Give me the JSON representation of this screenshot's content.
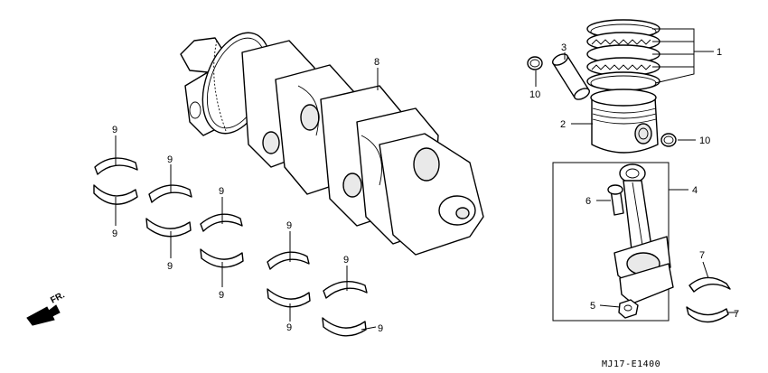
{
  "diagram": {
    "code": "MJ17-E1400",
    "direction_label": "FR.",
    "callouts": {
      "piston_ring_set": "1",
      "piston": "2",
      "piston_pin": "3",
      "connecting_rod": "4",
      "nut": "5",
      "bolt": "6",
      "conrod_bearing_upper": "7",
      "conrod_bearing_lower": "7",
      "crankshaft": "8",
      "clip_upper": "10",
      "clip_lower": "10",
      "main_bearing": "9"
    }
  }
}
